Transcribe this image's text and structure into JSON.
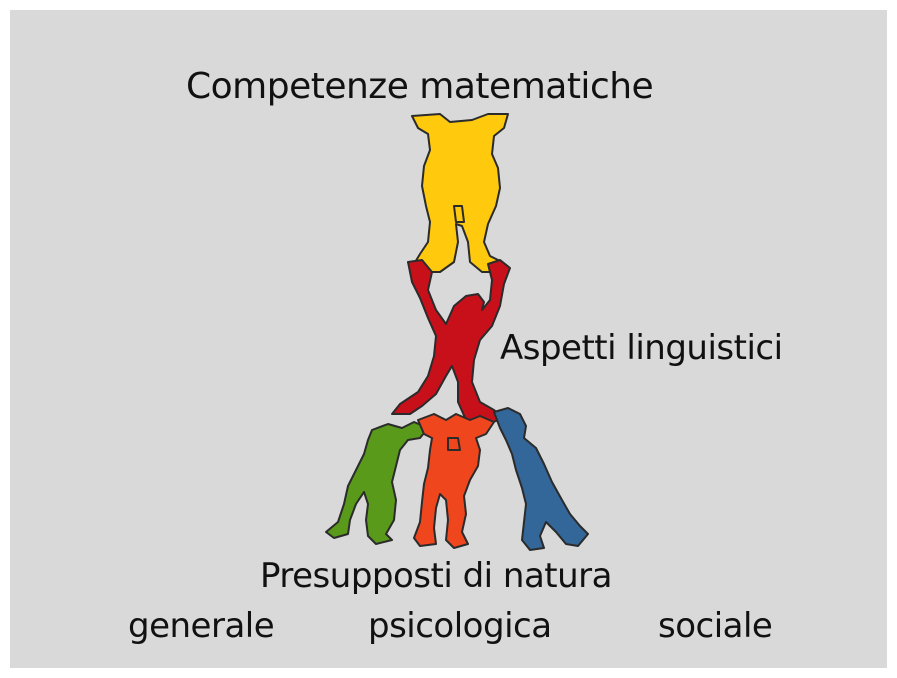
{
  "labels": {
    "top": "Competenze matematiche",
    "middle": "Aspetti linguistici",
    "bottom": "Presupposti di natura",
    "bottom_items": [
      "generale",
      "psicologica",
      "sociale"
    ]
  },
  "colors": {
    "background": "#d9d9d9",
    "top_figure": "#ffc90e",
    "middle_figure": "#c8101a",
    "left_figure": "#5a9a1a",
    "center_figure": "#f0461e",
    "right_figure": "#336699"
  },
  "figures": [
    {
      "name": "yellow-handstand-figure",
      "icon": "handstand-person-icon"
    },
    {
      "name": "red-lifting-figure",
      "icon": "lifting-person-icon"
    },
    {
      "name": "green-pushing-figure",
      "icon": "pushing-person-icon"
    },
    {
      "name": "orange-holding-figure",
      "icon": "holding-person-icon"
    },
    {
      "name": "blue-pushing-figure",
      "icon": "pushing-person-icon"
    }
  ]
}
